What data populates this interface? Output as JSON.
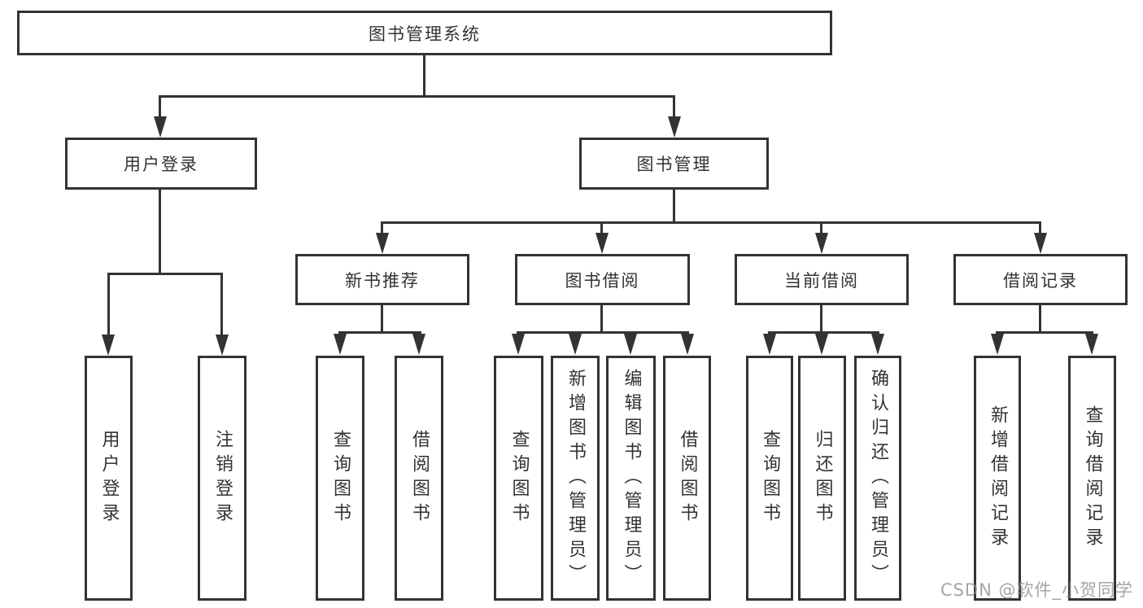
{
  "diagram": {
    "root": {
      "label": "图书管理系统"
    },
    "level2": [
      {
        "label": "用户登录"
      },
      {
        "label": "图书管理"
      }
    ],
    "level3": [
      {
        "label": "新书推荐"
      },
      {
        "label": "图书借阅"
      },
      {
        "label": "当前借阅"
      },
      {
        "label": "借阅记录"
      }
    ],
    "leaves": {
      "user_login": [
        "用户登录",
        "注销登录"
      ],
      "new_book": [
        "查询图书",
        "借阅图书"
      ],
      "book_borrow": [
        "查询图书",
        "新增图书（管理员）",
        "编辑图书（管理员）",
        "借阅图书"
      ],
      "current_borrow": [
        "查询图书",
        "归还图书",
        "确认归还（管理员）"
      ],
      "borrow_records": [
        "新增借阅记录",
        "查询借阅记录"
      ]
    }
  },
  "watermark": {
    "text": "CSDN @软件_小贺同学"
  },
  "colors": {
    "line": "#333333",
    "text": "#333333",
    "background": "#ffffff"
  }
}
